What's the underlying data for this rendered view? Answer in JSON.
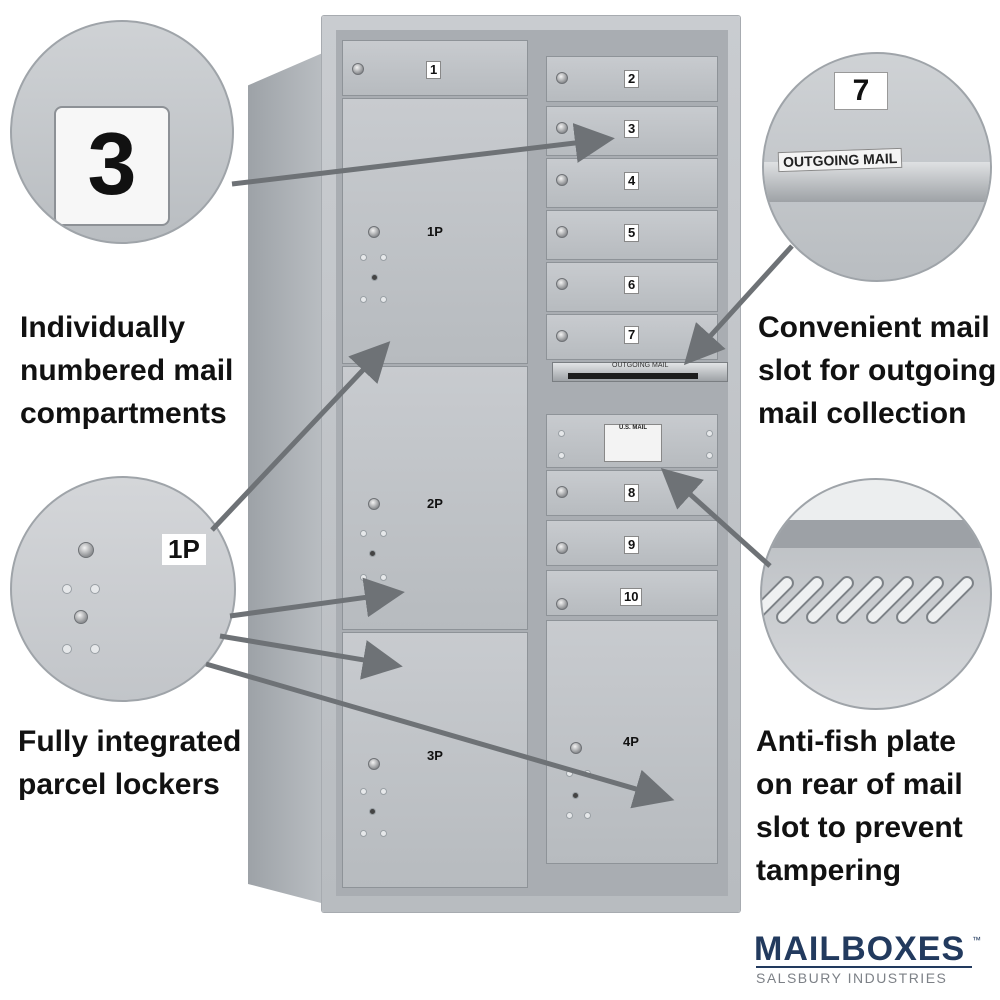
{
  "mailbox_unit": {
    "door_numbers": [
      "1",
      "2",
      "3",
      "4",
      "5",
      "6",
      "7",
      "8",
      "9",
      "10"
    ],
    "parcel_labels": [
      "1P",
      "2P",
      "3P",
      "4P"
    ],
    "outgoing_label": "OUTGOING MAIL",
    "usmail_label": "U.S. MAIL"
  },
  "callouts": {
    "number_tag": "3",
    "parcel_tag": "1P",
    "outgoing_number": "7",
    "outgoing_label": "OUTGOING MAIL"
  },
  "captions": {
    "numbered": [
      "Individually",
      "numbered mail",
      "compartments"
    ],
    "parcel": [
      "Fully integrated",
      "parcel lockers"
    ],
    "outgoing": [
      "Convenient mail",
      "slot for outgoing",
      "mail collection"
    ],
    "antifish": [
      "Anti-fish plate",
      "on rear of mail",
      "slot to prevent",
      "tampering"
    ]
  },
  "logo": {
    "name": "MAILBOXES",
    "tagline": "SALSBURY INDUSTRIES",
    "trademark": "™"
  },
  "colors": {
    "logo_blue": "#223a5e",
    "aluminum": "#c3c6ca",
    "arrow_gray": "#6e7276"
  }
}
